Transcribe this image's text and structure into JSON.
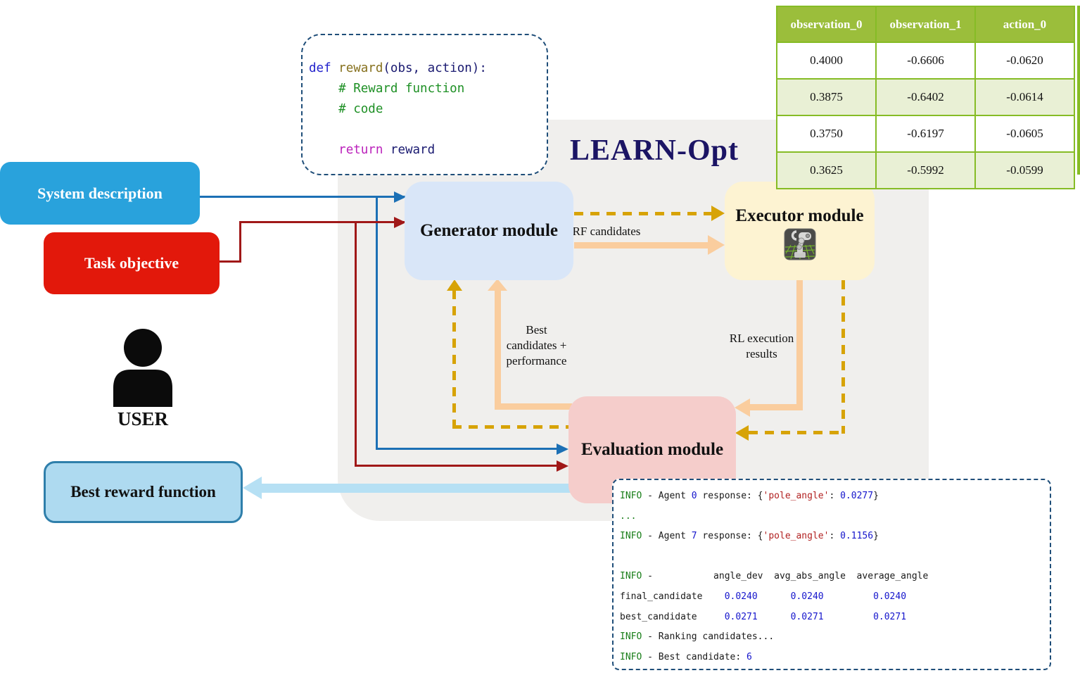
{
  "diagram": {
    "title": "LEARN-Opt",
    "inputs": {
      "system_description": "System description",
      "task_objective": "Task objective"
    },
    "user_label": "USER",
    "output_box": "Best reward function",
    "modules": {
      "generator": "Generator module",
      "executor": "Executor module",
      "evaluation": "Evaluation module"
    },
    "edge_labels": {
      "rf_candidates": "RF candidates",
      "best_candidates_lines": [
        "Best",
        "candidates +",
        "performance"
      ],
      "rl_results_lines": [
        "RL execution",
        "results"
      ]
    },
    "icons": {
      "executor_icon": "robot-arm-simulation-icon",
      "user_icon": "person-silhouette-icon"
    }
  },
  "code_snippet": {
    "lines": [
      [
        {
          "t": "def",
          "c": "ckw"
        },
        {
          "t": " ",
          "c": "cnv"
        },
        {
          "t": "reward",
          "c": "cfn"
        },
        {
          "t": "(obs, action):",
          "c": "cnv"
        }
      ],
      [
        {
          "t": "    # Reward function",
          "c": "ccm"
        }
      ],
      [
        {
          "t": "    # code",
          "c": "ccm"
        }
      ],
      [
        {
          "t": "",
          "c": "cnv"
        }
      ],
      [
        {
          "t": "    ",
          "c": "cnv"
        },
        {
          "t": "return",
          "c": "cret"
        },
        {
          "t": " reward",
          "c": "cnv"
        }
      ]
    ]
  },
  "table": {
    "headers": [
      "observation_0",
      "observation_1",
      "action_0"
    ],
    "rows": [
      [
        "0.4000",
        "-0.6606",
        "-0.0620"
      ],
      [
        "0.3875",
        "-0.6402",
        "-0.0614"
      ],
      [
        "0.3750",
        "-0.6197",
        "-0.0605"
      ],
      [
        "0.3625",
        "-0.5992",
        "-0.0599"
      ]
    ]
  },
  "log": {
    "lines": [
      [
        {
          "t": "INFO",
          "c": "lg"
        },
        {
          "t": " - Agent ",
          "c": "lk"
        },
        {
          "t": "0",
          "c": "lb"
        },
        {
          "t": " response: {",
          "c": "lk"
        },
        {
          "t": "'pole_angle'",
          "c": "lr"
        },
        {
          "t": ": ",
          "c": "lk"
        },
        {
          "t": "0.0277",
          "c": "lb"
        },
        {
          "t": "}",
          "c": "lk"
        }
      ],
      [
        {
          "t": "...",
          "c": "lg"
        }
      ],
      [
        {
          "t": "INFO",
          "c": "lg"
        },
        {
          "t": " - Agent ",
          "c": "lk"
        },
        {
          "t": "7",
          "c": "lb"
        },
        {
          "t": " response: {",
          "c": "lk"
        },
        {
          "t": "'pole_angle'",
          "c": "lr"
        },
        {
          "t": ": ",
          "c": "lk"
        },
        {
          "t": "0.1156",
          "c": "lb"
        },
        {
          "t": "}",
          "c": "lk"
        }
      ],
      [
        {
          "t": "",
          "c": "lk"
        }
      ],
      [
        {
          "t": "INFO",
          "c": "lg"
        },
        {
          "t": " -           angle_dev  avg_abs_angle  average_angle",
          "c": "lk"
        }
      ],
      [
        {
          "t": "final_candidate    ",
          "c": "lk"
        },
        {
          "t": "0.0240",
          "c": "lb"
        },
        {
          "t": "      ",
          "c": "lk"
        },
        {
          "t": "0.0240",
          "c": "lb"
        },
        {
          "t": "         ",
          "c": "lk"
        },
        {
          "t": "0.0240",
          "c": "lb"
        }
      ],
      [
        {
          "t": "best_candidate     ",
          "c": "lk"
        },
        {
          "t": "0.0271",
          "c": "lb"
        },
        {
          "t": "      ",
          "c": "lk"
        },
        {
          "t": "0.0271",
          "c": "lb"
        },
        {
          "t": "         ",
          "c": "lk"
        },
        {
          "t": "0.0271",
          "c": "lb"
        }
      ],
      [
        {
          "t": "INFO",
          "c": "lg"
        },
        {
          "t": " - Ranking candidates...",
          "c": "lk"
        }
      ],
      [
        {
          "t": "INFO",
          "c": "lg"
        },
        {
          "t": " - Best candidate: ",
          "c": "lk"
        },
        {
          "t": "6",
          "c": "lb"
        }
      ]
    ]
  },
  "colors": {
    "title_navy": "#1B1464",
    "system_description_blue": "#29A2DC",
    "task_objective_red": "#E2180B",
    "generator_fill": "#D9E6F8",
    "executor_fill": "#FDF3D2",
    "evaluation_fill": "#F5CDCB",
    "best_reward_fill": "#AEDAF0",
    "best_reward_border": "#2F7FAB",
    "container_gray": "#F0EFED",
    "arrow_blue": "#1C70B5",
    "arrow_dark_red": "#A01818",
    "arrow_gold_dashed": "#D7A306",
    "arrow_peach": "#FACD9E",
    "arrow_light_blue": "#B6E0F4",
    "table_header_green": "#9BBE3B",
    "table_border_green": "#86BC25",
    "table_alt_row": "#E9F0D5",
    "dashed_panel_border": "#1F4E79"
  }
}
